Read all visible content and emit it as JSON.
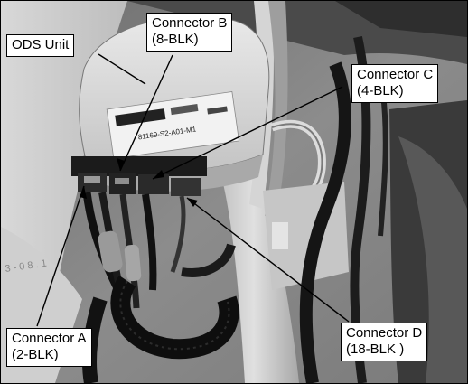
{
  "figure": {
    "callouts": {
      "ods_unit": {
        "line1": "ODS Unit"
      },
      "connector_a": {
        "line1": "Connector A",
        "line2": "(2-BLK)"
      },
      "connector_b": {
        "line1": "Connector B",
        "line2": "(8-BLK)"
      },
      "connector_c": {
        "line1": "Connector C",
        "line2": "(4-BLK)"
      },
      "connector_d": {
        "line1": "Connector D",
        "line2": "(18-BLK )"
      }
    },
    "label_text": {
      "serial": "81169-S2-A01-M1"
    }
  }
}
